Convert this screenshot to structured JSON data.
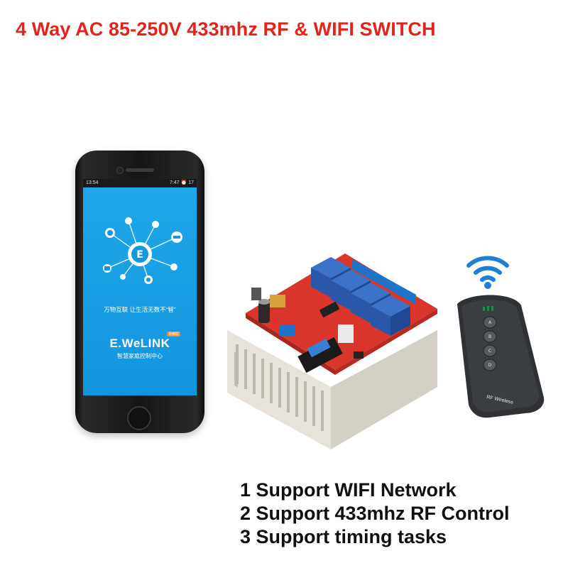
{
  "title": "4 Way AC 85-250V 433mhz RF & WIFI SWITCH",
  "colors": {
    "title": "#e3231c",
    "screen": "#1fa8ea",
    "board": "#d9352a",
    "relay": "#2b5fb4",
    "terminal": "#1e73c9",
    "remote": "#2f3134"
  },
  "phone": {
    "status_time": "13:54",
    "status_right": "7:47 ⏰ 17",
    "slogan": "万物互联  让生活无数不“智”",
    "brand": "E.WeLINK",
    "brand_badge": "易微联",
    "subtitle": "智慧家庭控制中心"
  },
  "remote": {
    "buttons": [
      "A",
      "B",
      "C",
      "D"
    ],
    "label": "RF Wireless"
  },
  "features": [
    "1 Support WIFI Network",
    "2 Support 433mhz RF Control",
    "3 Support timing tasks"
  ]
}
